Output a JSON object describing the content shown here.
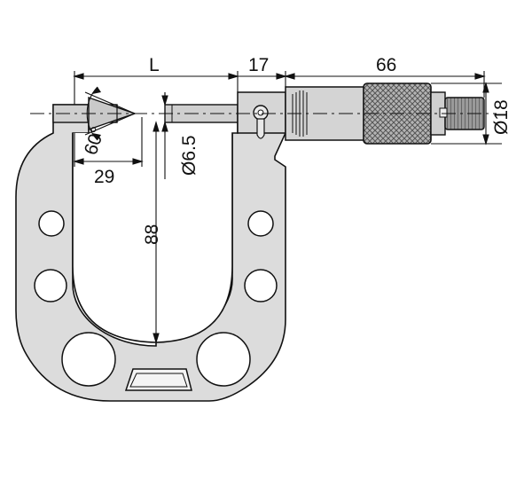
{
  "dimensions": {
    "length_label": "L",
    "spindle_gap": "17",
    "head_length": "66",
    "tip_offset": "29",
    "tip_angle": "60°",
    "spindle_diameter": "Ø6.5",
    "throat_depth": "88",
    "thimble_diameter": "Ø18"
  },
  "colors": {
    "frame": "#dcdcdc",
    "metal": "#c8c8c8",
    "knurl": "#a9a9a9",
    "line": "#111111"
  }
}
